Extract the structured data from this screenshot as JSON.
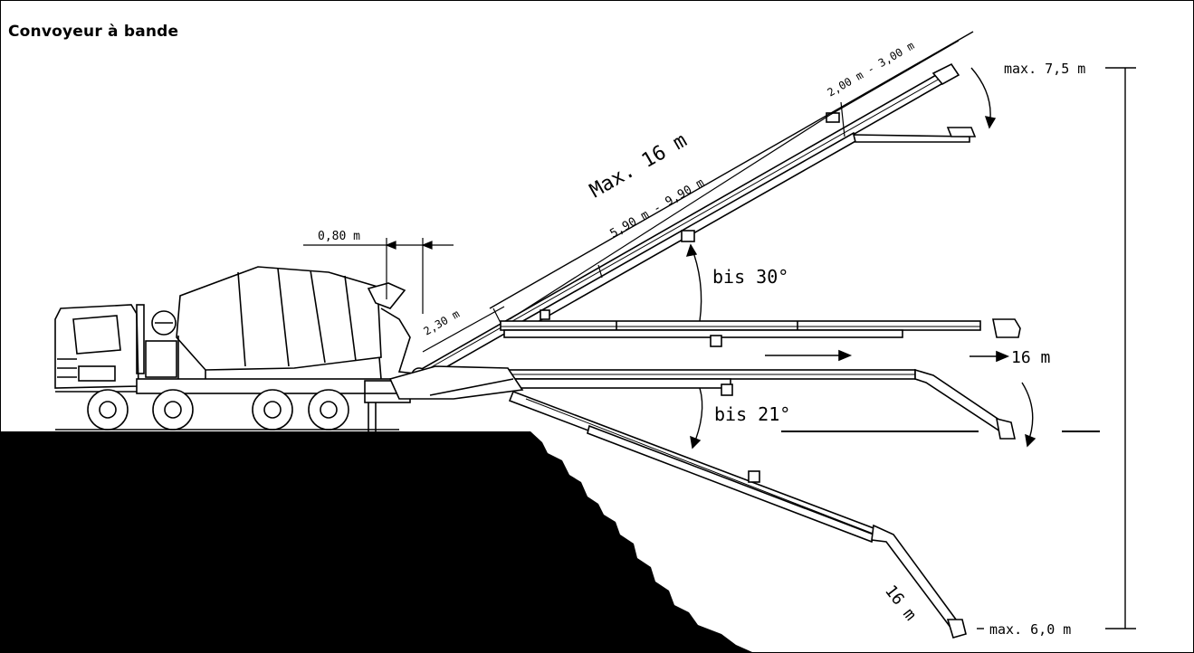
{
  "title": "Convoyeur à bande",
  "labels": {
    "max_length": "Max. 16 m",
    "upper_reach": "5,90 m - 9,90 m",
    "tip_length": "2,00 m - 3,00 m",
    "top_height": "max. 7,5 m",
    "hopper_offset": "0,80 m",
    "base_length": "2,30 m",
    "up_angle": "bis 30°",
    "horizontal_length": "16 m",
    "down_angle": "bis 21°",
    "down_length": "16 m",
    "bottom_depth": "max. 6,0 m"
  },
  "colors": {
    "ink": "#000000",
    "paper": "#ffffff"
  }
}
